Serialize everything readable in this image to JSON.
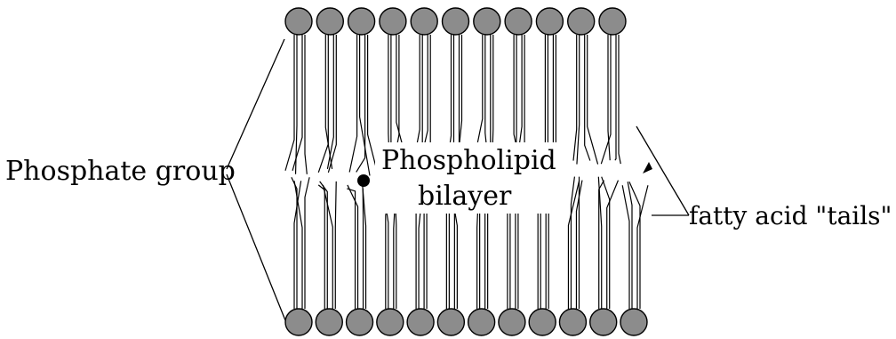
{
  "labels": {
    "phosphate_group": "Phosphate group",
    "bilayer_line1": "Phospholipid",
    "bilayer_line2": "bilayer",
    "fatty_acid_tails": "fatty acid \"tails\""
  },
  "colors": {
    "head_fill": "#8c8c8c",
    "line": "#000000",
    "background": "#ffffff"
  },
  "structure": {
    "top_leaflet_heads": 11,
    "bottom_leaflet_heads": 12
  }
}
